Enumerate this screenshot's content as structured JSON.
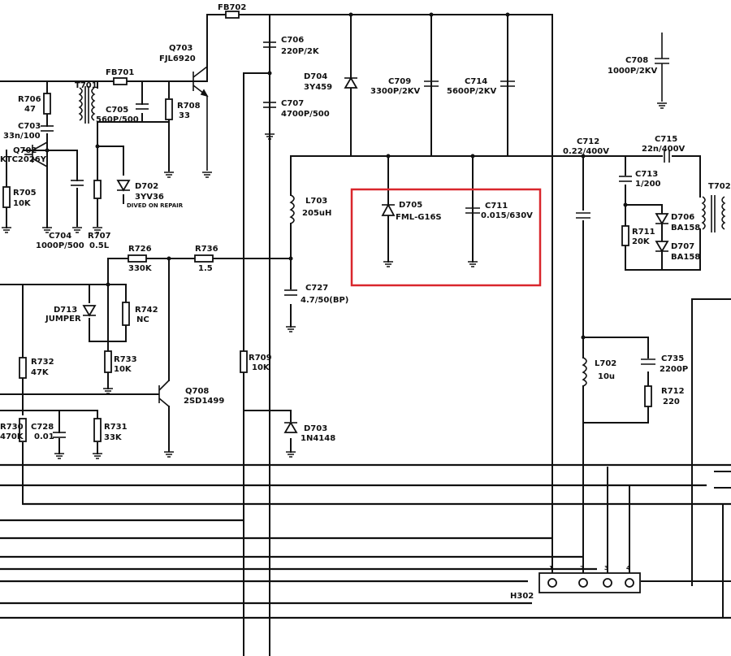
{
  "components": {
    "fb702": "FB702",
    "q703": "Q703",
    "q703_part": "FJL6920",
    "c706": "C706",
    "c706_val": "220P/2K",
    "d704": "D704",
    "d704_part": "3Y459",
    "c709": "C709",
    "c709_val": "3300P/2KV",
    "c714": "C714",
    "c714_val": "5600P/2KV",
    "c708": "C708",
    "c708_val": "1000P/2KV",
    "c707": "C707",
    "c707_val": "4700P/500",
    "r706": "R706",
    "r706_val": "47",
    "t701": "T701",
    "fb701": "FB701",
    "c703": "C703",
    "c703_val": "33n/100",
    "c705": "C705",
    "c705_val": "560P/500",
    "r708": "R708",
    "r708_val": "33",
    "q702": "Q702",
    "q702_part": "KTC2026Y",
    "r705": "R705",
    "r705_val": "10K",
    "c704": "C704",
    "c704_val": "1000P/500",
    "r707": "R707",
    "r707_val": "0.5L",
    "d702": "D702",
    "d702_part": "3YV36",
    "d702_note": "DIVED ON REPAIR",
    "l703": "L703",
    "l703_val": "205uH",
    "d705": "D705",
    "d705_part": "FML-G16S",
    "c711": "C711",
    "c711_val": "0.015/630V",
    "c712": "C712",
    "c712_val": "0.22/400V",
    "c715": "C715",
    "c715_val": "22n/400V",
    "c713": "C713",
    "c713_val": "1/200",
    "r711": "R711",
    "r711_val": "20K",
    "d706": "D706",
    "d706_part": "BA158",
    "d707": "D707",
    "d707_part": "BA158",
    "t702": "T702",
    "r726": "R726",
    "r726_val": "330K",
    "r736": "R736",
    "r736_val": "1.5",
    "c727": "C727",
    "c727_val": "4.7/50(BP)",
    "d713": "D713",
    "d713_part": "JUMPER",
    "r742": "R742",
    "r742_val": "NC",
    "r733": "R733",
    "r733_val": "10K",
    "r732": "R732",
    "r732_val": "47K",
    "r709": "R709",
    "r709_val": "10K",
    "q708": "Q708",
    "q708_part": "2SD1499",
    "d703": "D703",
    "d703_part": "1N4148",
    "r730": "R730",
    "r730_val": "470K",
    "c728": "C728",
    "c728_val": "0.01",
    "r731": "R731",
    "r731_val": "33K",
    "l702": "L702",
    "l702_val": "10u",
    "c735": "C735",
    "c735_val": "2200P",
    "r712": "R712",
    "r712_val": "220",
    "h302": "H302",
    "pin1": "1",
    "pin2": "2",
    "pin3": "3",
    "pin4": "4"
  },
  "colors": {
    "ink": "#111111",
    "highlight": "#d9262c",
    "background": "#ffffff"
  }
}
